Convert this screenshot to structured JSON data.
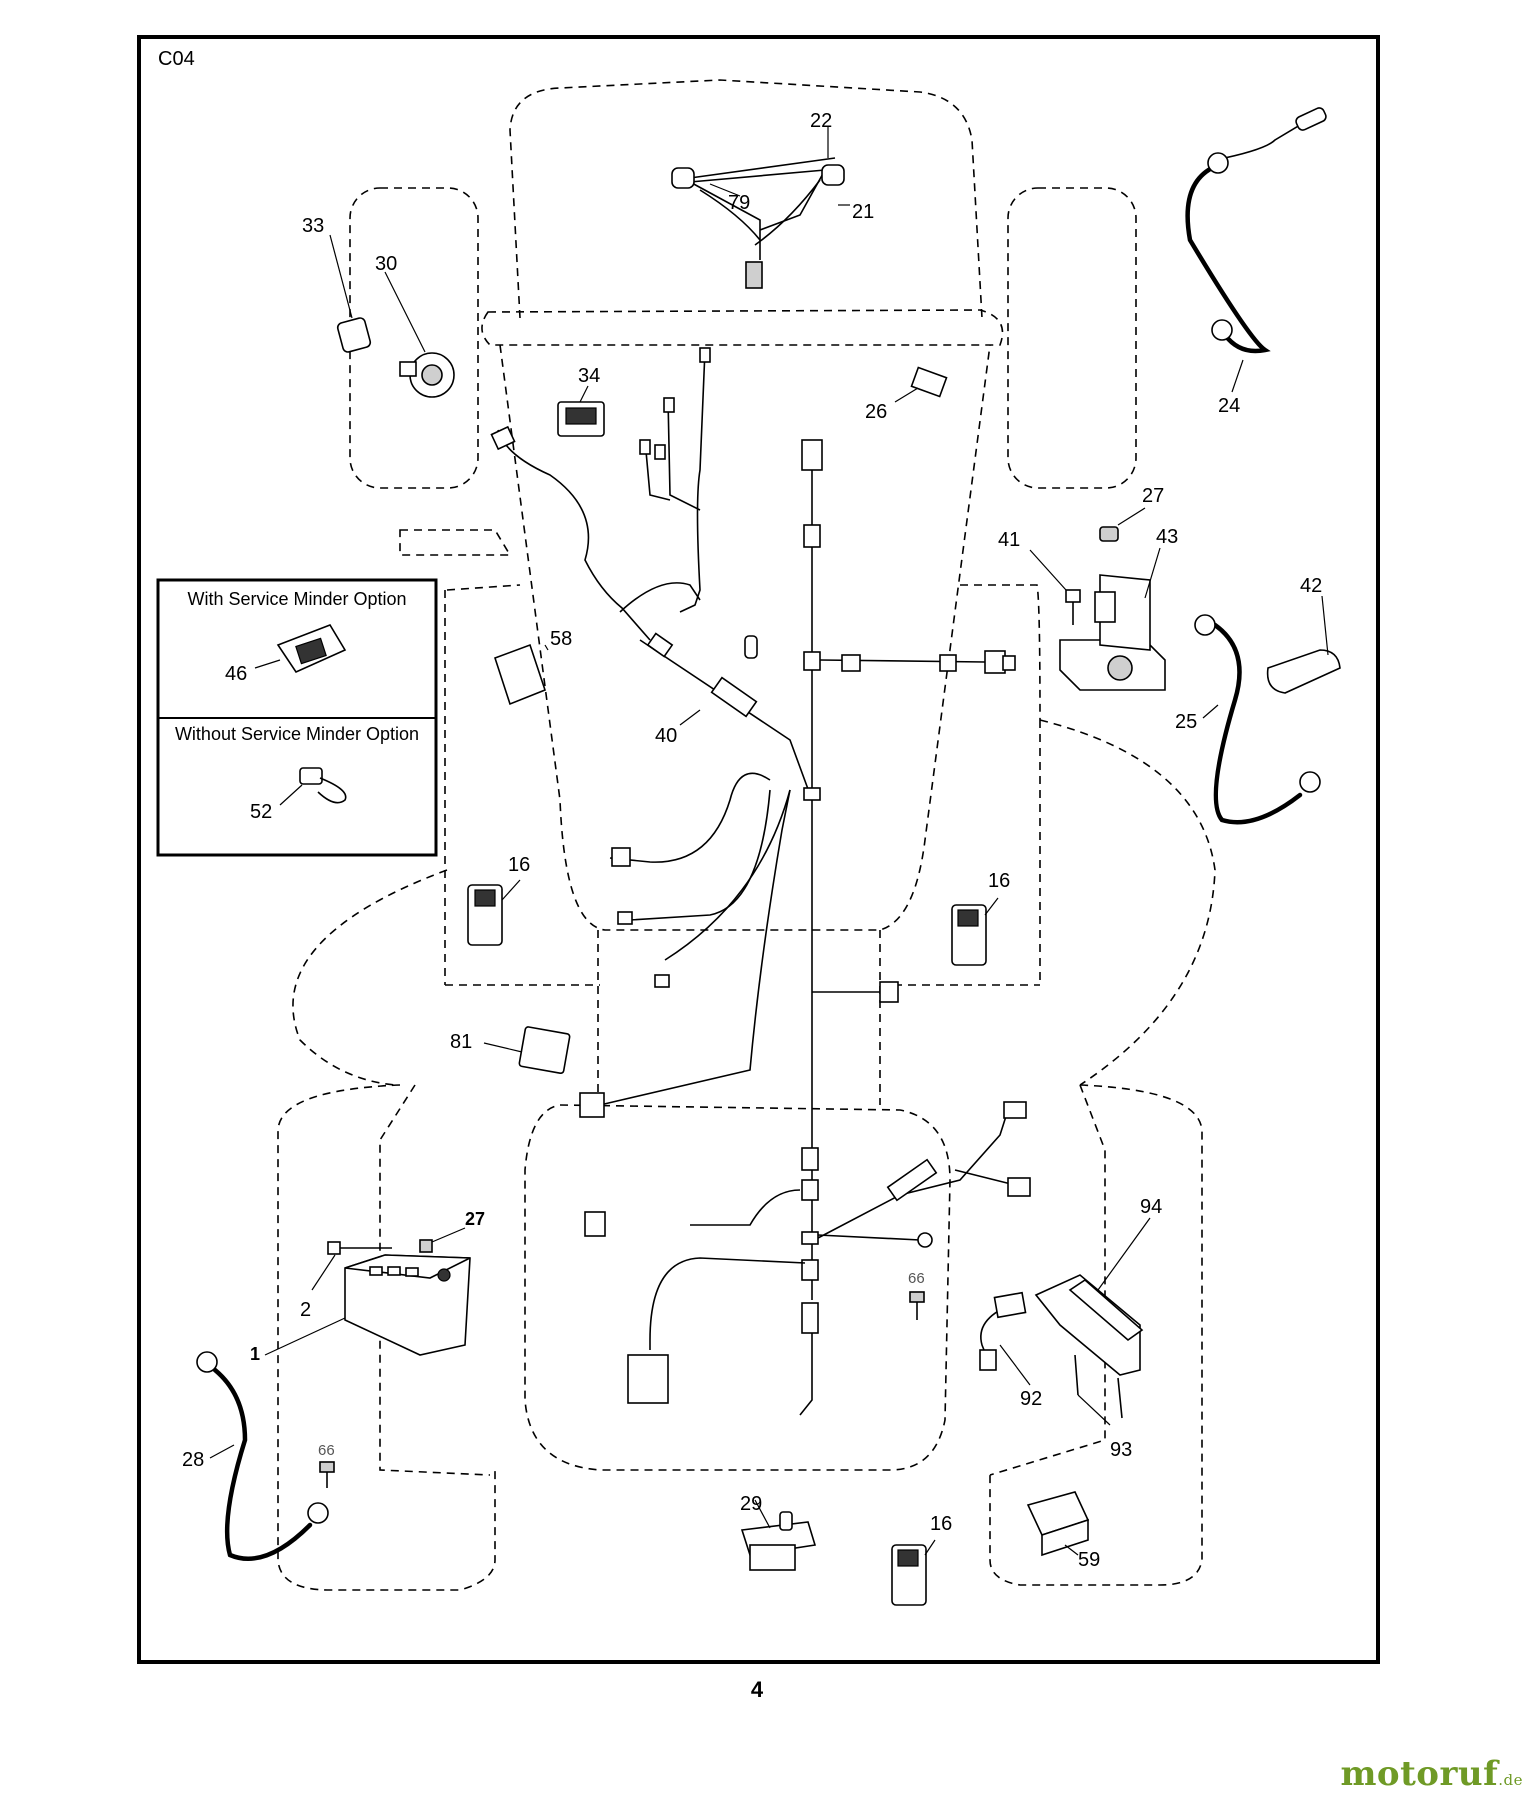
{
  "diagram": {
    "code": "C04",
    "page_number": "4",
    "options": {
      "with_title": "With Service Minder Option",
      "without_title": "Without Service Minder Option"
    },
    "callouts": {
      "c22": "22",
      "c79": "79",
      "c21": "21",
      "c33": "33",
      "c30": "30",
      "c34": "34",
      "c26": "26",
      "c24": "24",
      "c27a": "27",
      "c41": "41",
      "c43": "43",
      "c42": "42",
      "c25": "25",
      "c58": "58",
      "c40": "40",
      "c46": "46",
      "c52": "52",
      "c16a": "16",
      "c16b": "16",
      "c16c": "16",
      "c81": "81",
      "c27b": "27",
      "c2": "2",
      "c1": "1",
      "c28": "28",
      "c66a": "66",
      "c66b": "66",
      "c94": "94",
      "c92": "92",
      "c93": "93",
      "c29": "29",
      "c59": "59"
    }
  },
  "watermark": {
    "brand": "motoruf",
    "tld": ".de",
    "color": "#6f9a26"
  }
}
